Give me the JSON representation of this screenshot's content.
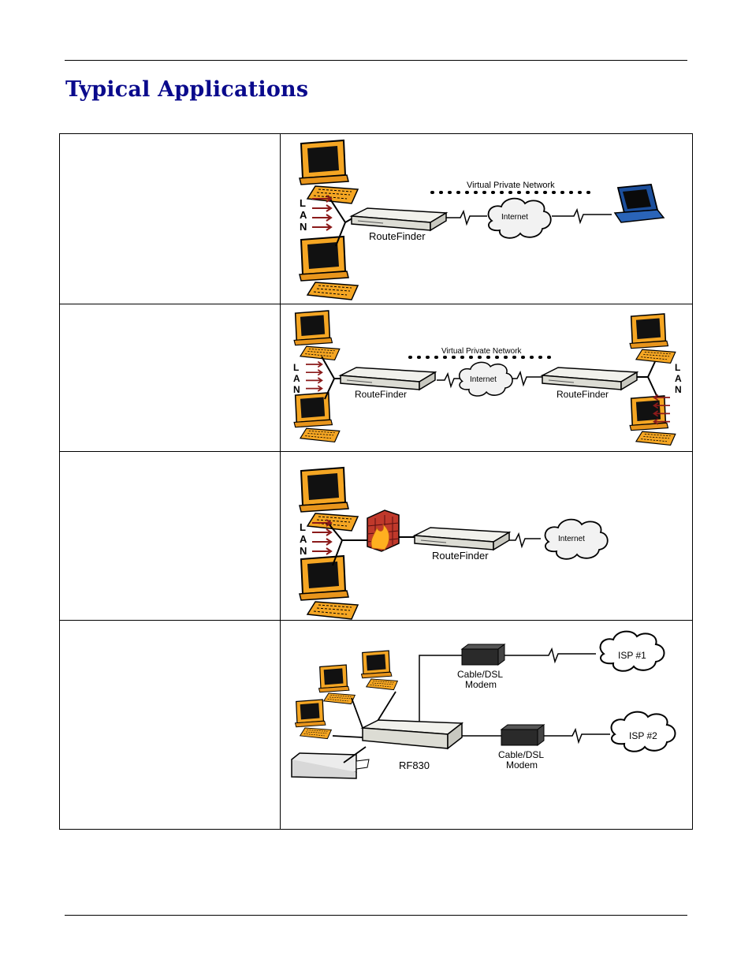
{
  "page": {
    "title": "Typical Applications"
  },
  "diagrams": [
    {
      "lan_letters": [
        "L",
        "A",
        "N"
      ],
      "vpn_label": "Virtual Private Network",
      "cloud_label": "Internet",
      "device_label": "RouteFinder"
    },
    {
      "lan_letters": [
        "L",
        "A",
        "N"
      ],
      "vpn_label": "Virtual Private Network",
      "cloud_label": "Internet",
      "device_label_left": "RouteFinder",
      "device_label_right": "RouteFinder"
    },
    {
      "lan_letters": [
        "L",
        "A",
        "N"
      ],
      "cloud_label": "Internet",
      "device_label": "RouteFinder"
    },
    {
      "device_label": "RF830",
      "modem_label_1": [
        "Cable/DSL",
        "Modem"
      ],
      "modem_label_2": [
        "Cable/DSL",
        "Modem"
      ],
      "isp_label_1": "ISP #1",
      "isp_label_2": "ISP #2"
    }
  ],
  "colors": {
    "title": "#0a0a8c",
    "computer": "#f5a623",
    "arrow": "#8b1a1a",
    "laptop": "#1c4f9c"
  }
}
